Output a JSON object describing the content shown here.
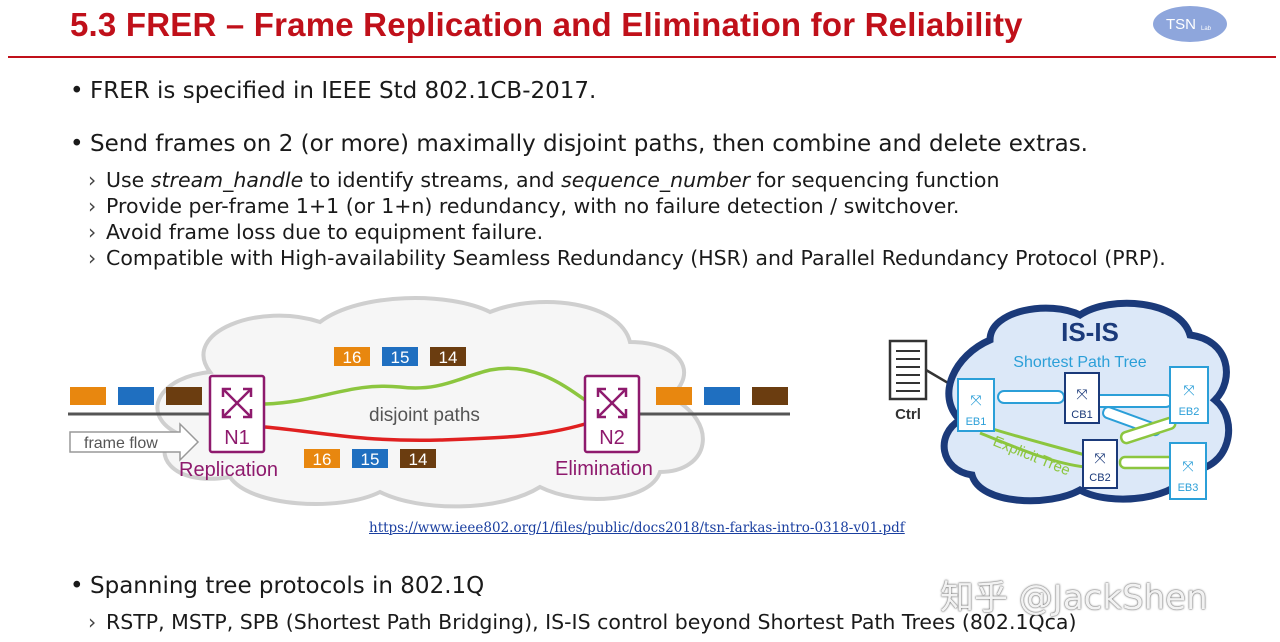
{
  "title": "5.3 FRER – Frame Replication and Elimination for Reliability",
  "logo": {
    "text": "TSN",
    "sub": "Lab"
  },
  "bullets": [
    "FRER is specified in IEEE Std 802.1CB-2017.",
    "Send frames on 2 (or more) maximally disjoint paths, then combine and delete extras.",
    "Spanning tree protocols in 802.1Q"
  ],
  "sub_items": {
    "s1_pre": "Use ",
    "s1_em1": "stream_handle",
    "s1_mid": " to identify streams, and ",
    "s1_em2": "sequence_number",
    "s1_post": " for sequencing function",
    "s2": "Provide per-frame 1+1 (or 1+n) redundancy, with no failure detection / switchover.",
    "s3": "Avoid frame loss due to equipment failure.",
    "s4": "Compatible with High-availability Seamless Redundancy (HSR) and Parallel Redundancy Protocol (PRP).",
    "s5": "RSTP, MSTP, SPB (Shortest Path Bridging), IS-IS control beyond Shortest Path Trees (802.1Qca)"
  },
  "frer_diagram": {
    "frame_flow": "frame flow",
    "disjoint_paths": "disjoint paths",
    "n1": "N1",
    "n2": "N2",
    "replication": "Replication",
    "elimination": "Elimination",
    "frame_numbers": [
      "16",
      "15",
      "14"
    ],
    "colors": {
      "orange": "#e8870f",
      "blue": "#1f6fc0",
      "brown": "#6b3d10",
      "purple": "#8e1a6d",
      "green": "#8cc63f",
      "red": "#e02020"
    }
  },
  "isis_diagram": {
    "title": "IS-IS",
    "subtitle": "Shortest Path Tree",
    "explicit_tree": "Explicit Tree",
    "ctrl": "Ctrl",
    "nodes": [
      "EB1",
      "CB1",
      "EB2",
      "CB2",
      "EB3"
    ],
    "colors": {
      "cloud_dark": "#1b3a7a",
      "cloud_light": "#dce8f8",
      "accent": "#2b9fd8",
      "green": "#8cc63f"
    }
  },
  "source_link": "https://www.ieee802.org/1/files/public/docs2018/tsn-farkas-intro-0318-v01.pdf",
  "watermark": "知乎 @JackShen"
}
